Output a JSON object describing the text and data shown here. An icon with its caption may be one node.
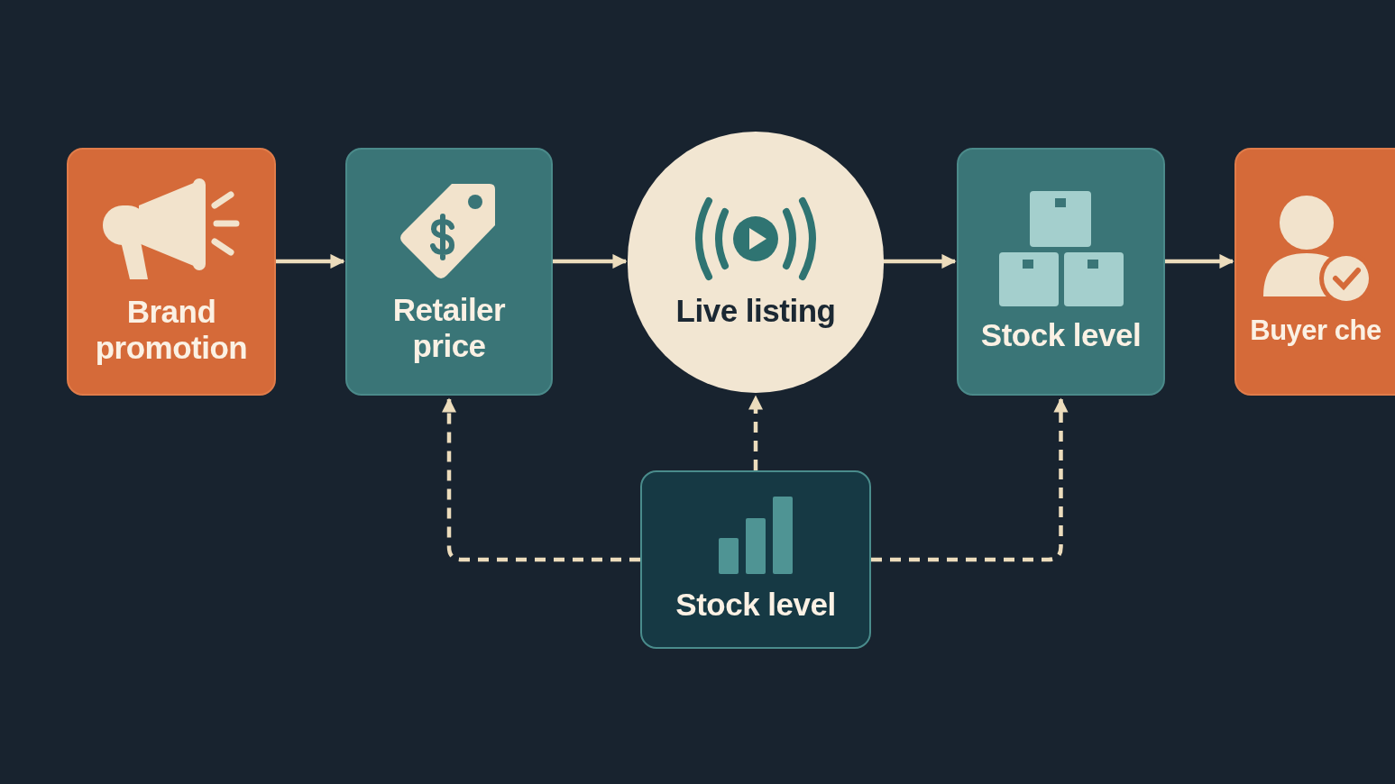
{
  "diagram": {
    "nodes": [
      {
        "text": [
          "Brand promotion"
        ]
      },
      {
        "text": [
          "Retailer price"
        ]
      },
      {
        "text": [
          "Live listing"
        ]
      },
      {
        "text": [
          "Stock level"
        ]
      },
      {
        "text": [
          "Buyer che"
        ]
      },
      {
        "text": [
          "Stock level"
        ]
      }
    ],
    "edges": [
      {
        "from": 0,
        "to": 1,
        "arrow": "to"
      },
      {
        "from": 1,
        "to": 2,
        "arrow": "to"
      },
      {
        "from": 2,
        "to": 3,
        "arrow": "to"
      },
      {
        "from": 3,
        "to": 4,
        "arrow": "to"
      },
      {
        "from": 5,
        "to": 1,
        "arrow": "to",
        "style": "dashed"
      },
      {
        "from": 5,
        "to": 2,
        "arrow": "to",
        "style": "dashed"
      },
      {
        "from": 5,
        "to": 3,
        "arrow": "to",
        "style": "dashed"
      }
    ]
  }
}
